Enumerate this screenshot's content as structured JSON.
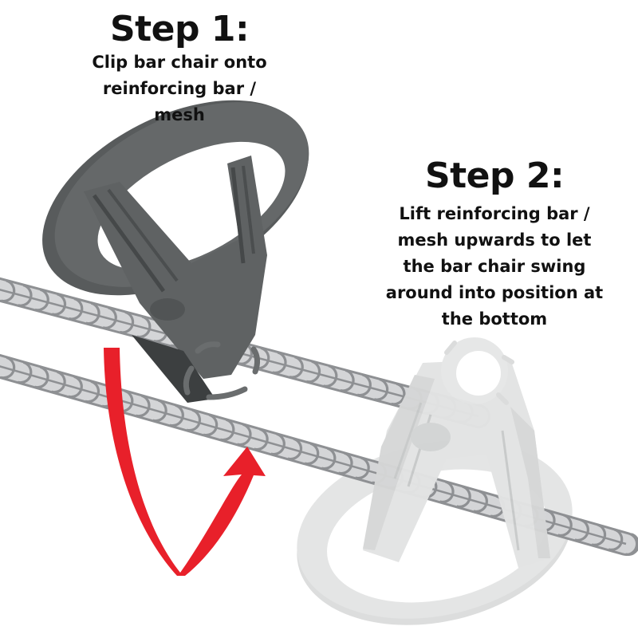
{
  "steps": [
    {
      "title": "Step 1:",
      "lines": [
        "Clip bar chair onto",
        "reinforcing bar / mesh"
      ]
    },
    {
      "title": "Step 2:",
      "lines": [
        "Lift reinforcing bar /",
        "mesh upwards to let",
        "the bar chair swing",
        "around into position at",
        "the bottom"
      ]
    }
  ],
  "illustration": {
    "objects": [
      "bar-chair-dark",
      "rebar-upper",
      "rebar-lower",
      "swing-arrow",
      "bar-chair-light"
    ],
    "colors": {
      "background": "#ffffff",
      "text": "#111111",
      "arrow_red": "#e8202a",
      "chair_dark": "#5f6263",
      "chair_dark_shadow": "#3c3f40",
      "chair_light": "#e2e3e3",
      "chair_light_shade": "#cfd1d1",
      "rebar_fill": "#d4d5d7",
      "rebar_outline": "#8e9093"
    }
  }
}
